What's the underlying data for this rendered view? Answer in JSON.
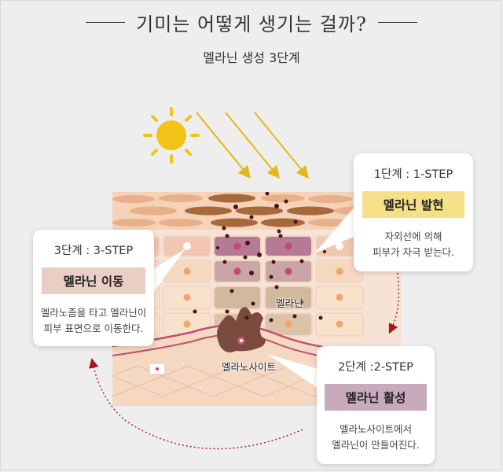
{
  "header": {
    "title": "기미는 어떻게 생기는 걸까?",
    "subtitle": "멜라닌 생성 3단계"
  },
  "labels": {
    "melanin": "멜라닌",
    "melanocyte": "멜라노사이트"
  },
  "steps": [
    {
      "step": "1단계 : 1-STEP",
      "name": "멜라닌 발현",
      "desc_line1": "자외선에 의해",
      "desc_line2": "피부가 자극 받는다.",
      "color": "#f5e08a"
    },
    {
      "step": "2단계 :2-STEP",
      "name": "멜라닌 활성",
      "desc_line1": "멜라노사이트에서",
      "desc_line2": "멜라닌이 만들어진다.",
      "color": "#c7aabb"
    },
    {
      "step": "3단계 : 3-STEP",
      "name": "멜라닌 이동",
      "desc_line1": "멜라노좀을 타고 멜라닌이",
      "desc_line2": "피부 표면으로 이동한다.",
      "color": "#e8cec5"
    }
  ],
  "colors": {
    "sun": "#f2c418",
    "ray_arrow": "#e3b81c",
    "cycle_arrow": "#a8161c",
    "stratum_corneum": "#e8b088",
    "melanin_dark": "#4a1414"
  },
  "icons": [
    "sun-icon",
    "uv-ray-arrow-icon",
    "cycle-arrow-icon"
  ]
}
